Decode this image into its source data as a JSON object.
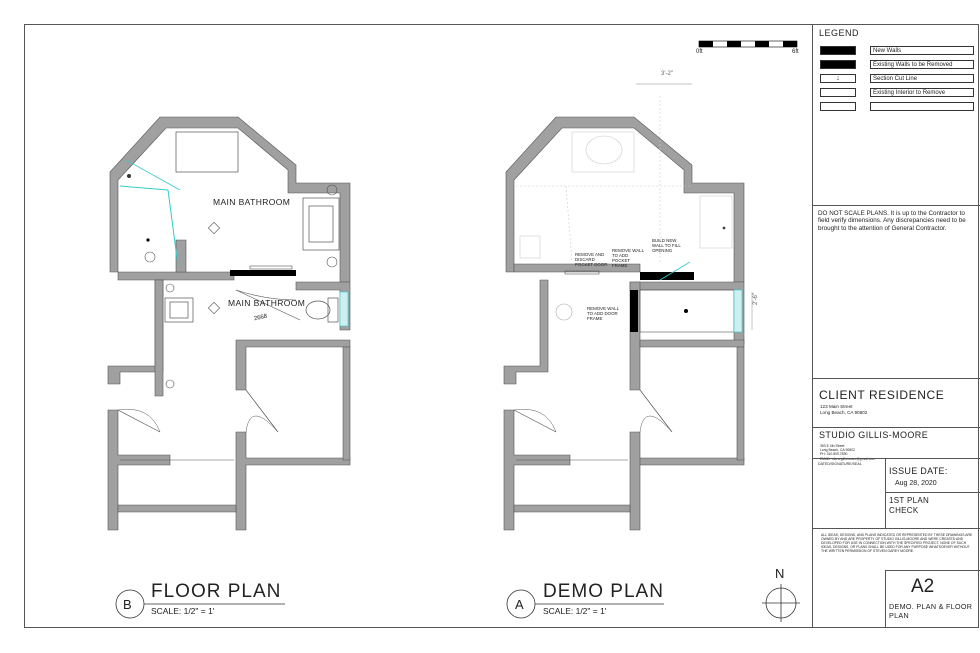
{
  "legend": {
    "title": "LEGEND",
    "items": [
      {
        "label": "New Walls",
        "swatch": "#000000"
      },
      {
        "label": "Existing Walls to be Removed",
        "swatch": "#000000"
      },
      {
        "label": "Section Cut Line",
        "swatch": "arrow"
      },
      {
        "label": "Existing Interior to Remove",
        "swatch": "#ffffff"
      },
      {
        "label": "",
        "swatch": "#ffffff"
      }
    ]
  },
  "scale_bar": {
    "left": "0ft",
    "right": "6ft"
  },
  "notes": "DO NOT SCALE PLANS. It is up to the Contractor to field verify dimensions.  Any discrepancies need to be brought to the attention of General Contractor.",
  "client": {
    "name": "CLIENT RESIDENCE",
    "street": "123 Main Street",
    "city": "Long Beach, CA 90802"
  },
  "studio": {
    "name": "STUDIO GILLIS-MOORE",
    "street": "393 E 4th Street",
    "city": "Long Beach, CA 90802",
    "phone": "PH: 310.809.7890",
    "email": "EMAIL: sitevegillsmoore@gmail.com"
  },
  "dated_label": "DATED/SIGNATURE/SEAL",
  "issue": {
    "label": "ISSUE DATE:",
    "date": "Aug 28, 2020",
    "note": "1ST PLAN CHECK"
  },
  "disclaimer": "ALL IDEAS, DESIGNS, AND PLANS INDICATED OR REPRESENTED BY THESE DRAWINGS ARE OWNED BY AND ARE PROPERTY OF STUDIO GILLIS-MOORE AND WERE CREATED AND DEVELOPED FOR USE IN CONNECTION WITH THE SPECIFIED PROJECT. NONE OF SUCH IDEAS, DESIGNS, OR PLANS SHALL BE USED FOR ANY PURPOSE WHATSOEVER WITHOUT THE WRITTEN PERMISSION OF STEVEN GAREY MOORE.",
  "sheet": {
    "number": "A2",
    "name": "DEMO. PLAN & FLOOR PLAN"
  },
  "north": "N",
  "floor_plan": {
    "marker": "B",
    "title": "FLOOR PLAN",
    "scale": "SCALE: 1/2\" = 1'",
    "room_label_1": "MAIN BATHROOM",
    "room_label_2": "MAIN BATHROOM",
    "door_tag": "2668"
  },
  "demo_plan": {
    "marker": "A",
    "title": "DEMO PLAN",
    "scale": "SCALE: 1/2\" = 1'",
    "dim_top": "3'-2\"",
    "dim_right": "2'-6\"",
    "notes": {
      "remove_discard": "REMOVE AND DISCARD POCKET DOOR",
      "remove_wall_pocket": "REMOVE WALL TO ADD POCKET FRAME",
      "build_new_wall": "BUILD NEW WALL TO FILL OPENING",
      "remove_wall_door": "REMOVE WALL TO ADD DOOR FRAME"
    }
  }
}
